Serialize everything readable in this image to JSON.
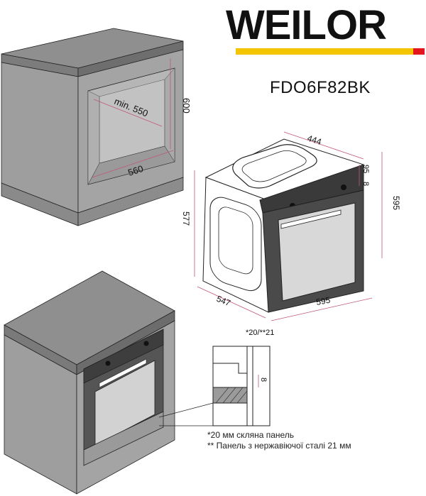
{
  "brand": {
    "name": "WEILOR",
    "bar_colors": [
      "#f2c500",
      "#e3161d"
    ]
  },
  "model": "FDO6F82BK",
  "niche_cabinet": {
    "dim_depth": "min. 550",
    "dim_width": "560",
    "dim_height": "600"
  },
  "oven": {
    "dim_top_depth": "444",
    "dim_body_height": "577",
    "dim_front_height": "595",
    "dim_front_width": "595",
    "dim_body_depth": "547",
    "dim_panel_1": "8",
    "dim_panel_2": "95",
    "dim_panel_thickness": "*20/**21"
  },
  "detail": {
    "dim_gap": "8"
  },
  "notes": [
    "*20 мм скляна панель",
    "** Панель з нержавіючої сталі 21 мм"
  ],
  "colors": {
    "cabinet_front": "#9b9b9b",
    "cabinet_side": "#a6a6a6",
    "cabinet_top": "#8c8c8c",
    "dimension_line": "#c0587a",
    "outline": "#222222"
  }
}
